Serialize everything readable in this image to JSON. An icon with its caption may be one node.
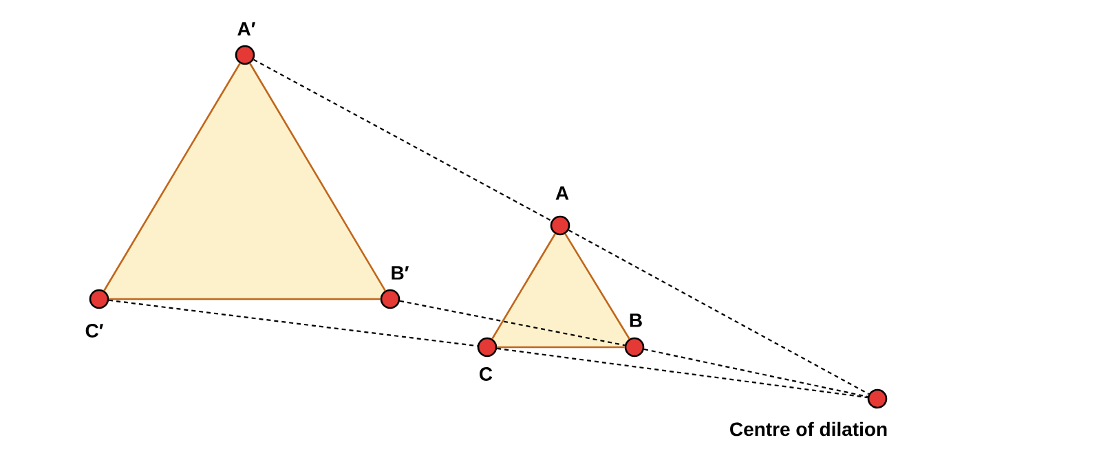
{
  "diagram": {
    "nodes": [
      {
        "text": [
          "A′"
        ]
      },
      {
        "text": [
          "B′"
        ]
      },
      {
        "text": [
          "C′"
        ]
      },
      {
        "text": [
          "A"
        ]
      },
      {
        "text": [
          "B"
        ]
      },
      {
        "text": [
          "C"
        ]
      },
      {
        "text": [
          "Centre of dilation"
        ]
      }
    ],
    "edges": [
      {
        "from": 0,
        "to": 1,
        "arrow": "none"
      },
      {
        "from": 1,
        "to": 2,
        "arrow": "none"
      },
      {
        "from": 2,
        "to": 0,
        "arrow": "none"
      },
      {
        "from": 3,
        "to": 4,
        "arrow": "none"
      },
      {
        "from": 4,
        "to": 5,
        "arrow": "none"
      },
      {
        "from": 5,
        "to": 3,
        "arrow": "none"
      },
      {
        "from": 0,
        "to": 3,
        "arrow": "none",
        "style": "dashed",
        "color": "#000000"
      },
      {
        "from": 3,
        "to": 6,
        "arrow": "none",
        "style": "dashed",
        "color": "#000000"
      },
      {
        "from": 1,
        "to": 4,
        "arrow": "none",
        "style": "dashed",
        "color": "#000000"
      },
      {
        "from": 4,
        "to": 6,
        "arrow": "none",
        "style": "dashed",
        "color": "#000000"
      },
      {
        "from": 2,
        "to": 5,
        "arrow": "none",
        "style": "dashed",
        "color": "#000000"
      },
      {
        "from": 5,
        "to": 6,
        "arrow": "none",
        "style": "dashed",
        "color": "#000000"
      }
    ]
  }
}
